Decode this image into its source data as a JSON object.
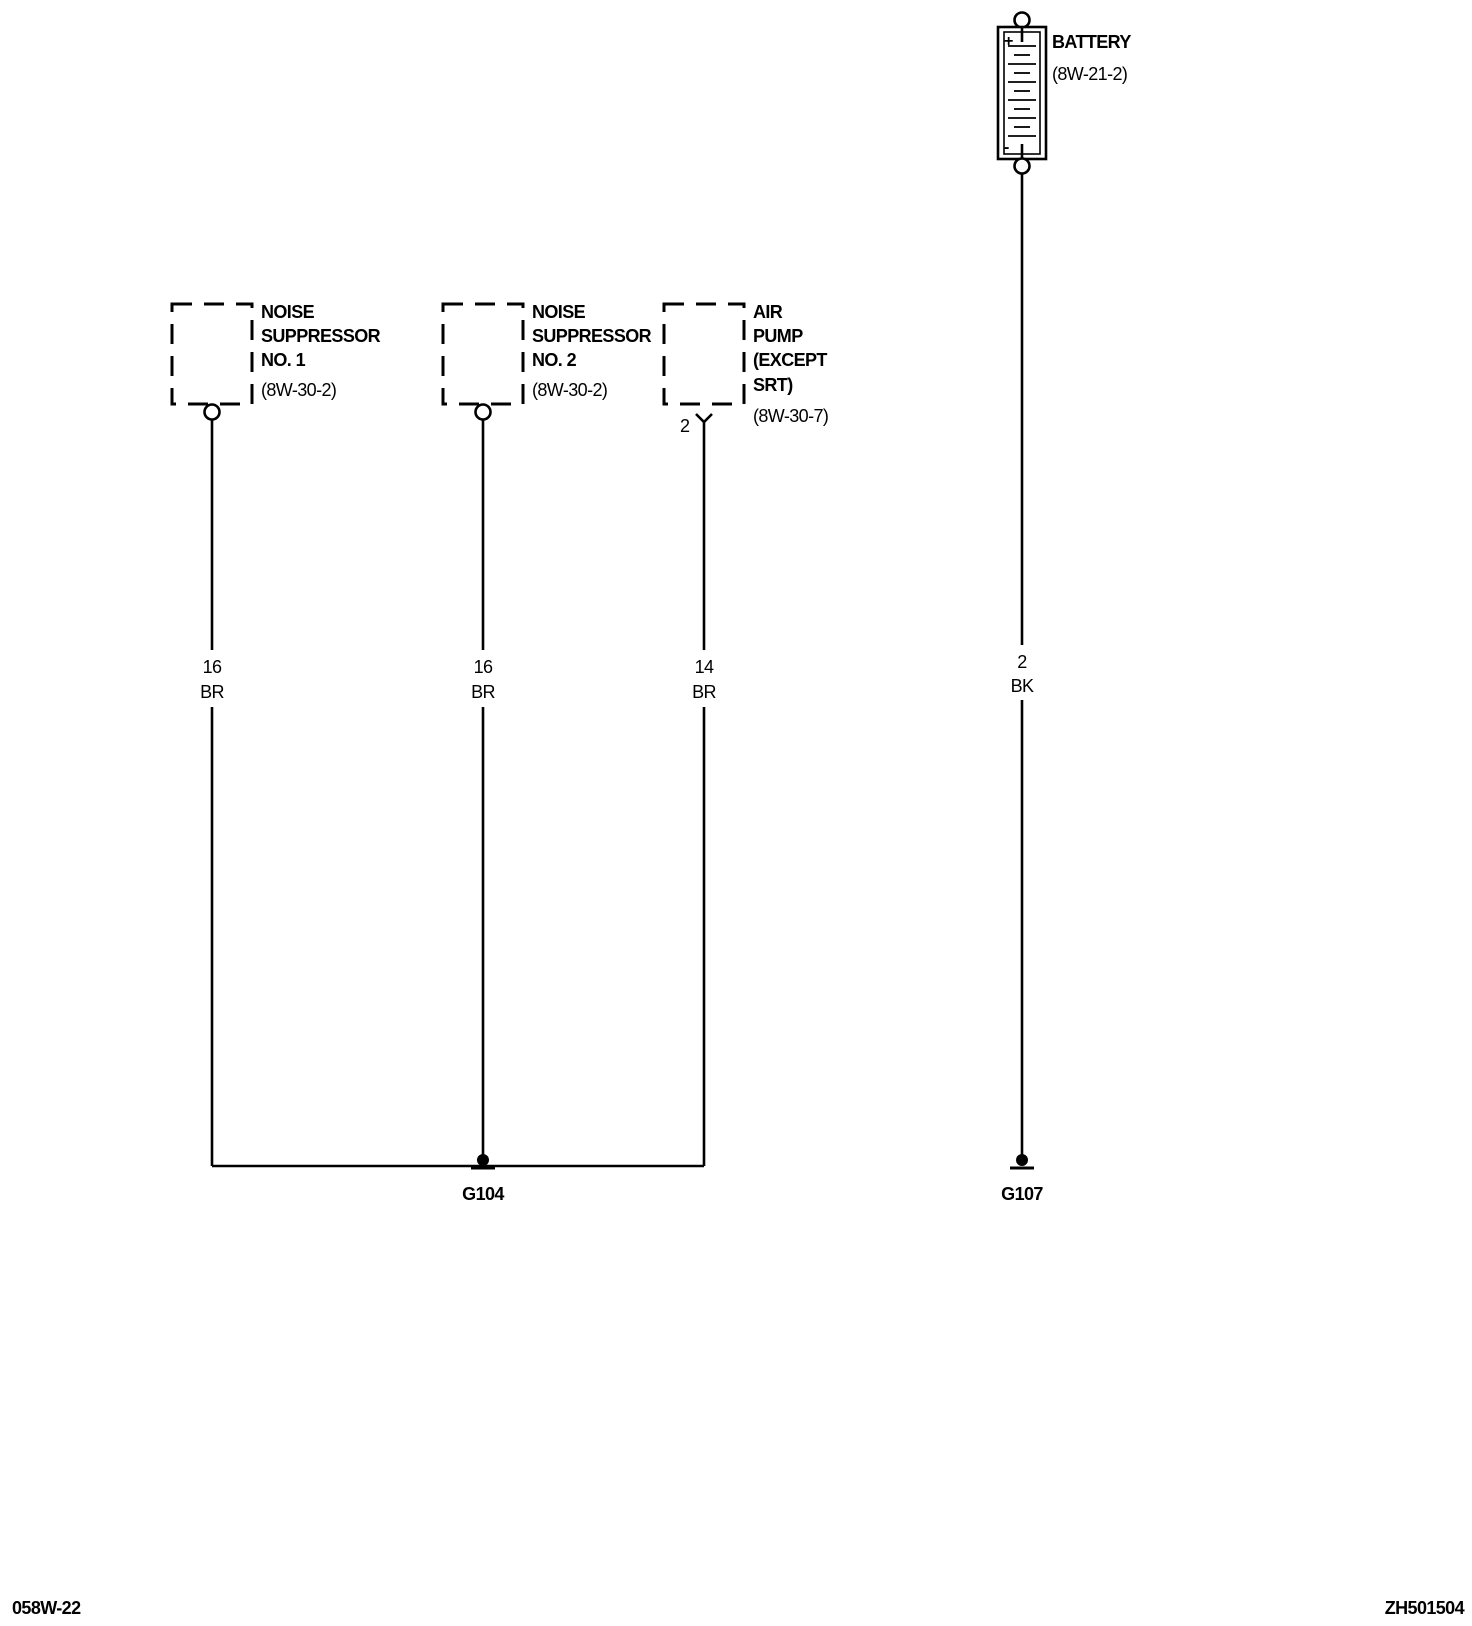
{
  "battery": {
    "name": "BATTERY",
    "ref": "(8W-21-2)",
    "plus_sign": "+",
    "minus_sign": "-"
  },
  "components": [
    {
      "lines": [
        "NOISE",
        "SUPPRESSOR",
        "NO. 1"
      ],
      "ref": "(8W-30-2)"
    },
    {
      "lines": [
        "NOISE",
        "SUPPRESSOR",
        "NO. 2"
      ],
      "ref": "(8W-30-2)"
    },
    {
      "lines": [
        "AIR",
        "PUMP",
        "(EXCEPT",
        "SRT)"
      ],
      "ref": "(8W-30-7)",
      "pin": "2"
    }
  ],
  "wires": [
    {
      "gauge": "16",
      "color": "BR"
    },
    {
      "gauge": "16",
      "color": "BR"
    },
    {
      "gauge": "14",
      "color": "BR"
    },
    {
      "gauge": "2",
      "color": "BK"
    }
  ],
  "grounds": [
    "G104",
    "G107"
  ],
  "footer": {
    "left": "058W-22",
    "right": "ZH501504"
  }
}
